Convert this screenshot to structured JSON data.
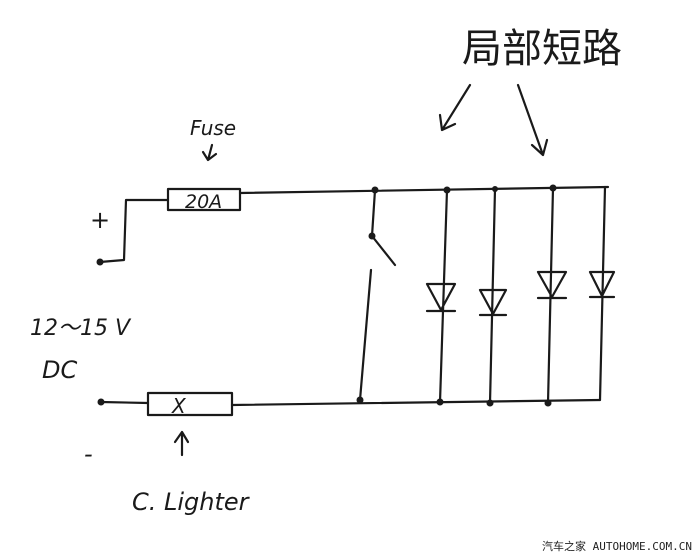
{
  "title": "局部短路",
  "fuse": {
    "label": "Fuse",
    "rating": "20A"
  },
  "supply": {
    "plus": "+",
    "minus": "-",
    "voltage": "12～15 V",
    "type": "DC"
  },
  "lighter": {
    "symbol": "X",
    "label": "C. Lighter"
  },
  "watermark": "汽车之家  AUTOHOME.COM.CN"
}
